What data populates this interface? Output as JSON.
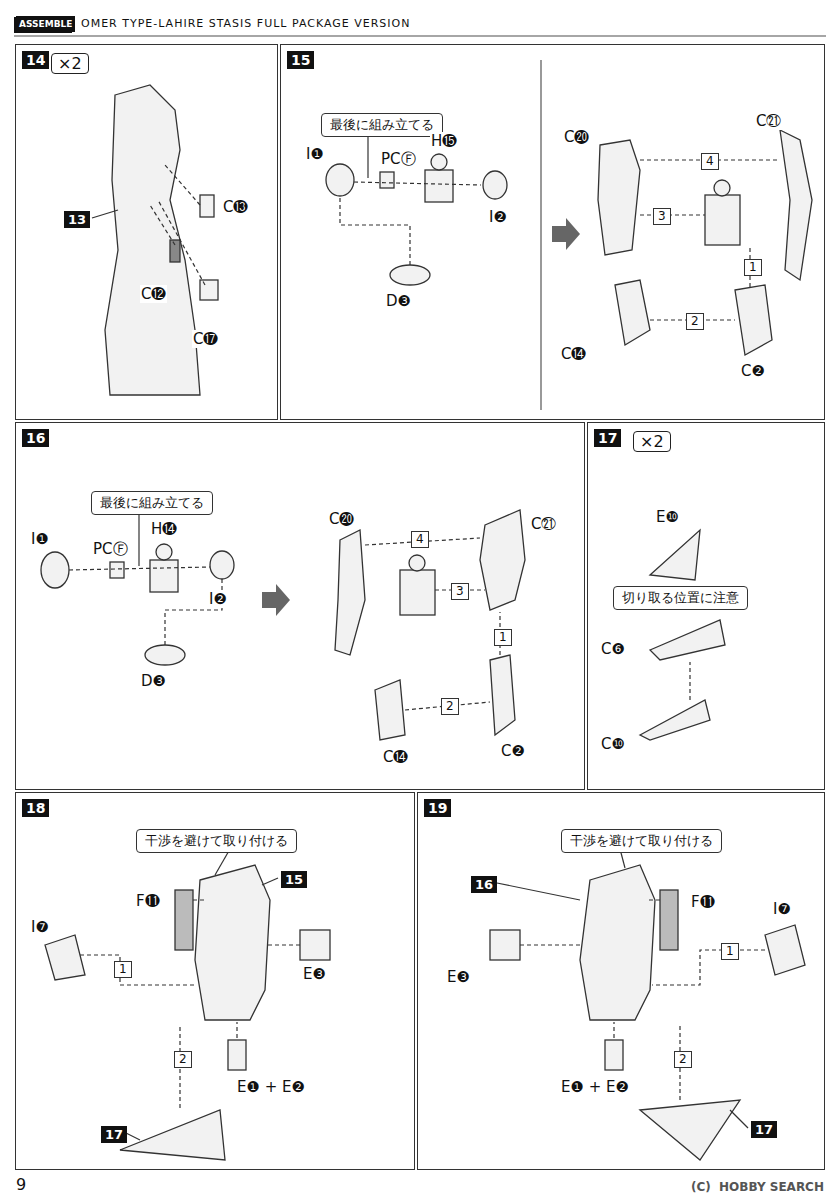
{
  "diagram": {
    "title": "OMER TYPE-LAHIRE STASIS FULL PACKAGE VERSION",
    "nodes": [
      {
        "text": [
          "14"
        ]
      },
      {
        "text": [
          "×2"
        ],
        "in": 0
      },
      {
        "text": [
          "13"
        ],
        "in": 0
      },
      {
        "text": [
          "15"
        ]
      },
      {
        "text": [
          "最後に組み立てる"
        ],
        "in": 3
      },
      {
        "text": [
          "4"
        ],
        "in": 3
      },
      {
        "text": [
          "3"
        ],
        "in": 3
      },
      {
        "text": [
          "1"
        ],
        "in": 3
      },
      {
        "text": [
          "2"
        ],
        "in": 3
      },
      {
        "text": [
          "16"
        ]
      },
      {
        "text": [
          "最後に組み立てる"
        ],
        "in": 9
      },
      {
        "text": [
          "4"
        ],
        "in": 9
      },
      {
        "text": [
          "3"
        ],
        "in": 9
      },
      {
        "text": [
          "1"
        ],
        "in": 9
      },
      {
        "text": [
          "2"
        ],
        "in": 9
      },
      {
        "text": [
          "17"
        ]
      },
      {
        "text": [
          "×2"
        ],
        "in": 15
      },
      {
        "text": [
          "切り取る位置に注意"
        ],
        "in": 15
      },
      {
        "text": [
          "18"
        ]
      },
      {
        "text": [
          "干渉を避けて取り付ける"
        ],
        "in": 18
      },
      {
        "text": [
          "15"
        ],
        "in": 18
      },
      {
        "text": [
          "1"
        ],
        "in": 18
      },
      {
        "text": [
          "2"
        ],
        "in": 18
      },
      {
        "text": [
          "17"
        ],
        "in": 18
      },
      {
        "text": [
          "19"
        ]
      },
      {
        "text": [
          "干渉を避けて取り付ける"
        ],
        "in": 24
      },
      {
        "text": [
          "16"
        ],
        "in": 24
      },
      {
        "text": [
          "1"
        ],
        "in": 24
      },
      {
        "text": [
          "2"
        ],
        "in": 24
      },
      {
        "text": [
          "17"
        ],
        "in": 24
      }
    ],
    "labels": [
      "ASSEMBLE",
      "C⓭",
      "C⓬",
      "C⓱",
      "I❶",
      "PCⒻ",
      "H⓯",
      "I❷",
      "D❸",
      "C⓴",
      "C㉑",
      "C⓮",
      "C❷",
      "I❶",
      "PCⒻ",
      "H⓮",
      "I❷",
      "D❸",
      "C⓴",
      "C㉑",
      "C⓮",
      "C❷",
      "E❿",
      "C❻",
      "C❿",
      "F⓫",
      "I❼",
      "E❸",
      "E❶ + E❷",
      "F⓫",
      "I❼",
      "E❸",
      "E❶ + E❷",
      "9",
      "(C)",
      "HOBBY SEARCH"
    ]
  }
}
